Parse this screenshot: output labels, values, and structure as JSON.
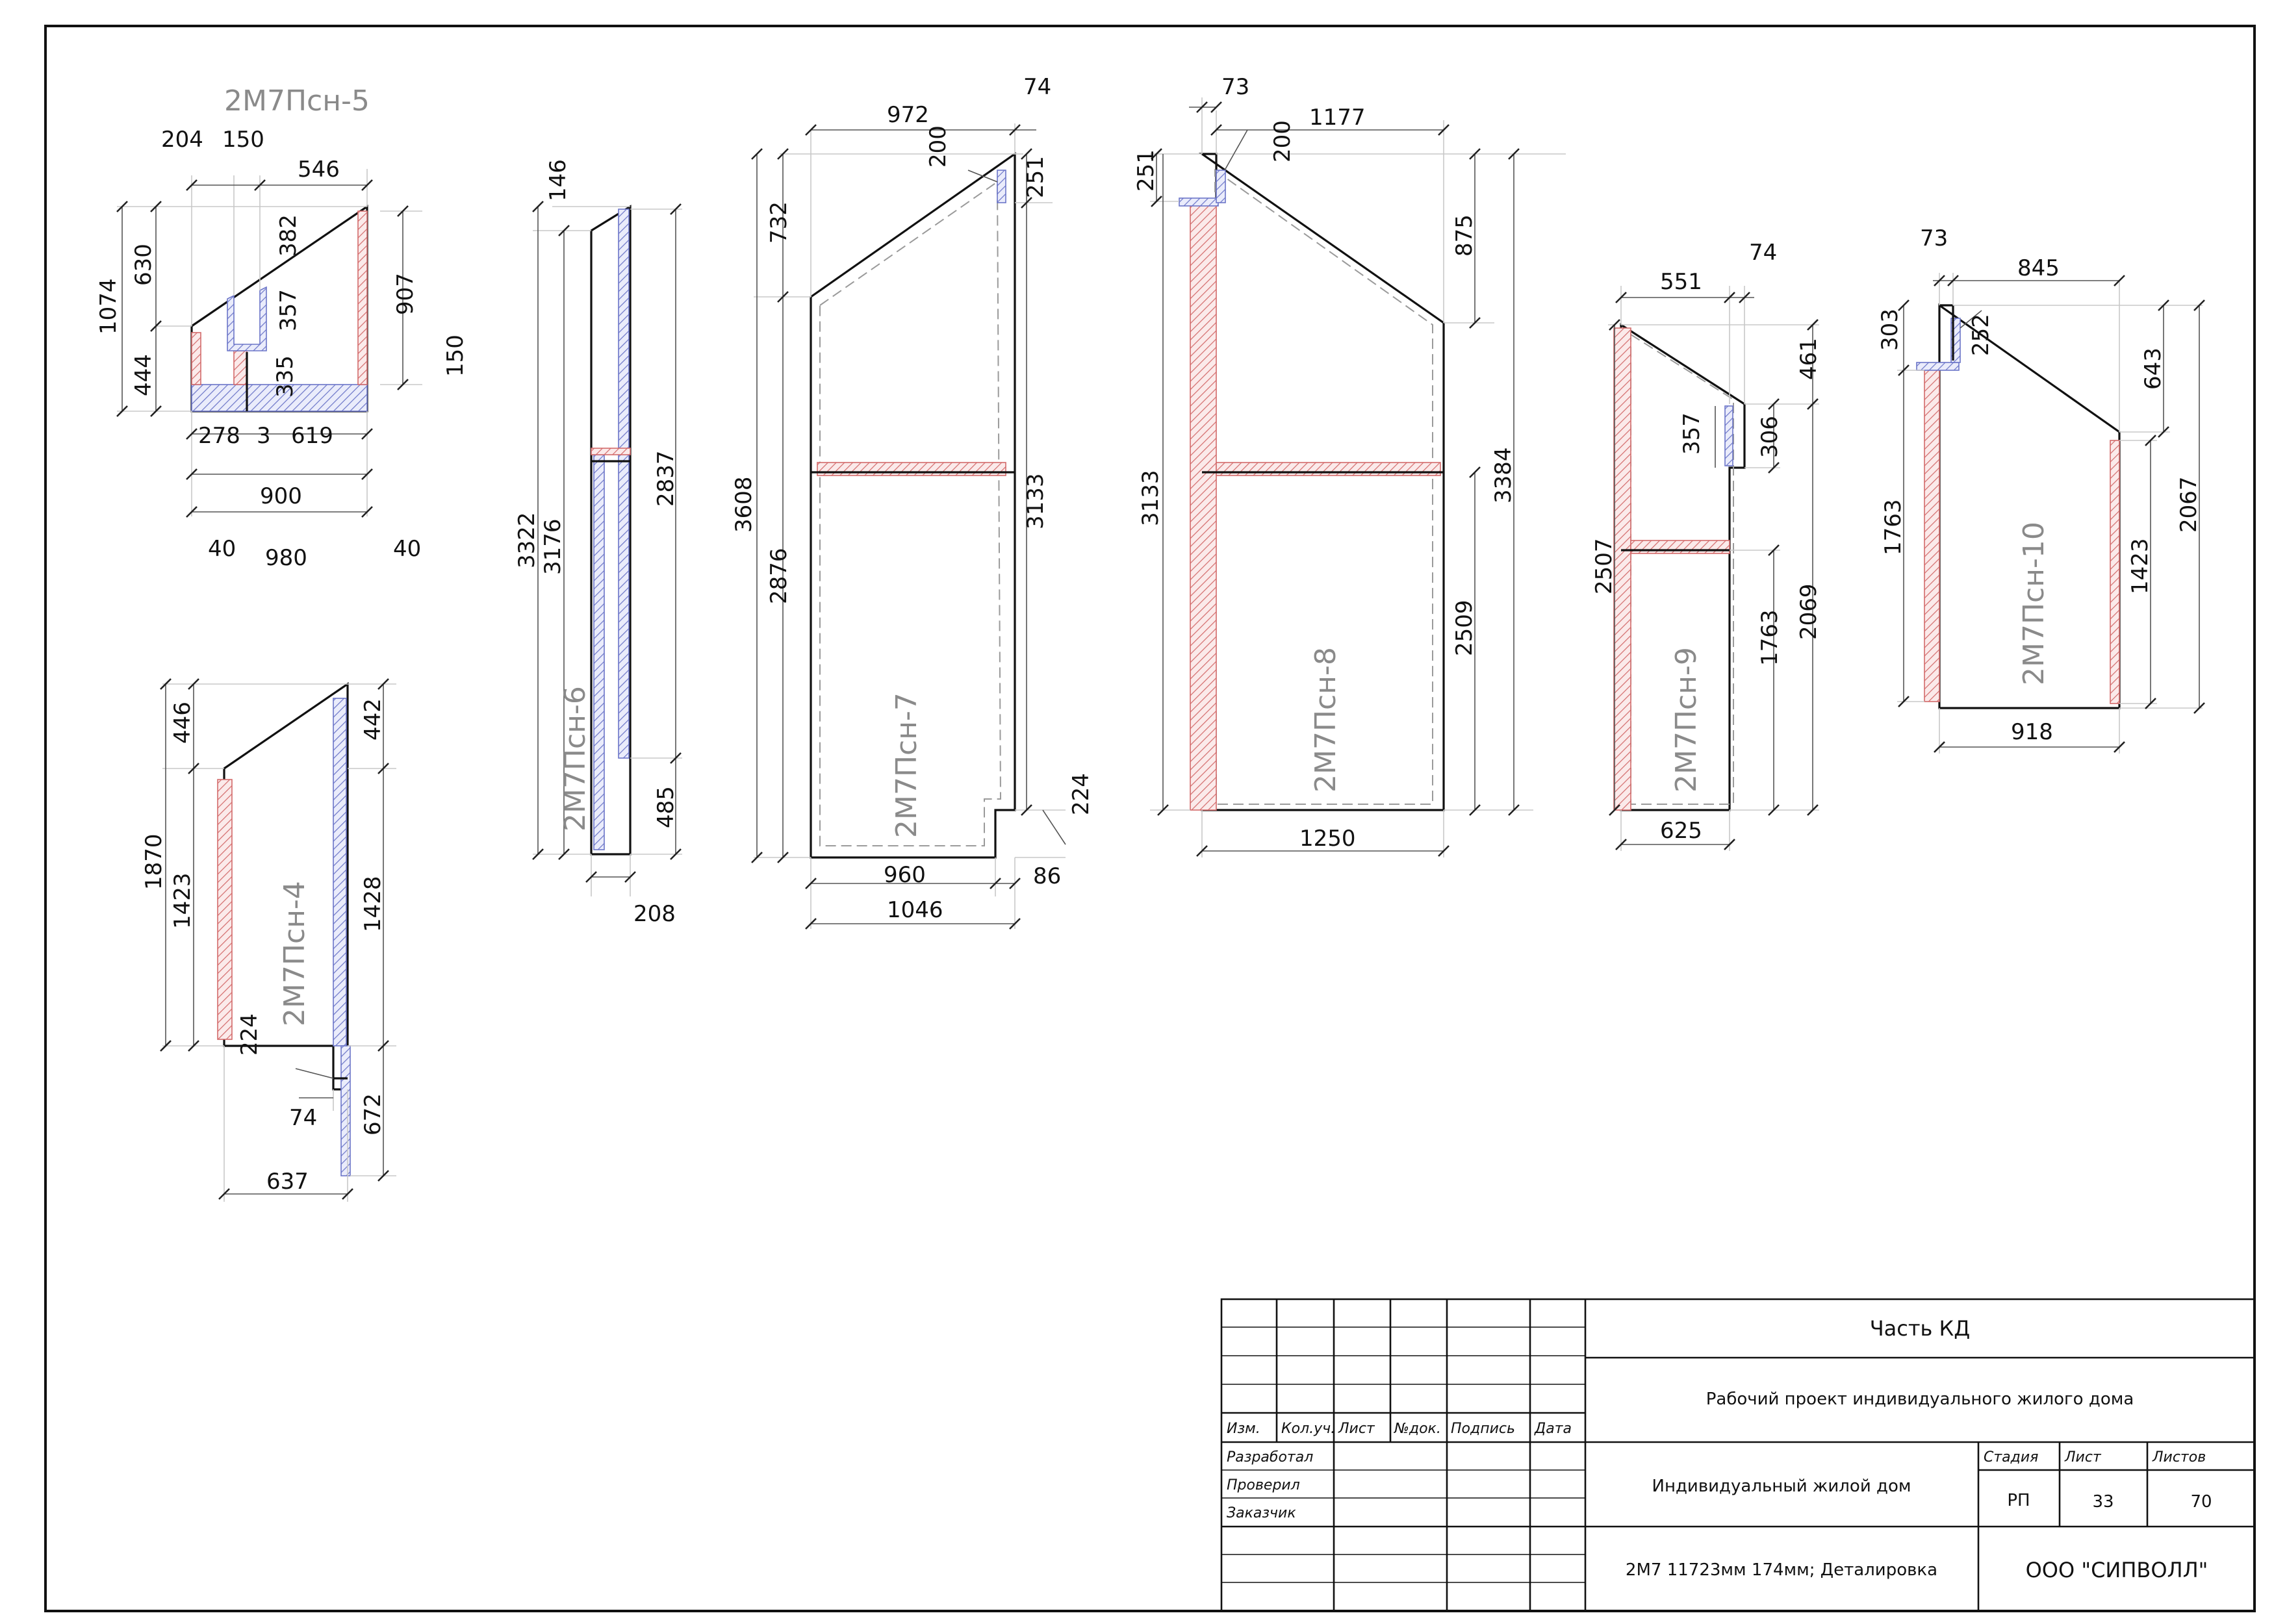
{
  "panels": {
    "p5": "2М7Псн-5",
    "p6": "2М7Псн-6",
    "p7": "2М7Псн-7",
    "p8": "2М7Псн-8",
    "p9": "2М7Псн-9",
    "p10": "2М7Псн-10",
    "p4": "2М7Псн-4"
  },
  "dims": {
    "p5": [
      "204",
      "150",
      "546",
      "630",
      "1074",
      "382",
      "357",
      "907",
      "150",
      "444",
      "335",
      "278",
      "3",
      "619",
      "900",
      "40",
      "980",
      "40"
    ],
    "p6": [
      "146",
      "3322",
      "3176",
      "2837",
      "485",
      "208"
    ],
    "p7": [
      "972",
      "74",
      "200",
      "251",
      "732",
      "3608",
      "2876",
      "3133",
      "224",
      "960",
      "86",
      "1046"
    ],
    "p8": [
      "73",
      "1177",
      "200",
      "251",
      "875",
      "3133",
      "2509",
      "3384",
      "1250"
    ],
    "p9": [
      "551",
      "74",
      "461",
      "357",
      "306",
      "2507",
      "1763",
      "2069",
      "625"
    ],
    "p10": [
      "73",
      "845",
      "303",
      "252",
      "643",
      "1763",
      "2067",
      "1423",
      "918"
    ],
    "p4": [
      "446",
      "442",
      "1870",
      "1423",
      "1428",
      "224",
      "74",
      "672",
      "637"
    ]
  },
  "title_block": {
    "header_labels": [
      "Изм.",
      "Кол.уч.",
      "Лист",
      "№док.",
      "Подпись",
      "Дата"
    ],
    "roles": [
      "Разработал",
      "Проверил",
      "Заказчик"
    ],
    "part": "Часть КД",
    "project": "Рабочий проект индивидуального жилого дома",
    "object": "Индивидуальный жилой дом",
    "sheet_title": "2М7 11723мм 174мм; Деталировка",
    "stage_label": "Стадия",
    "sheet_label": "Лист",
    "sheets_label": "Листов",
    "stage": "РП",
    "sheet": "33",
    "sheets": "70",
    "company": "ООО \"СИПВОЛЛ\""
  }
}
